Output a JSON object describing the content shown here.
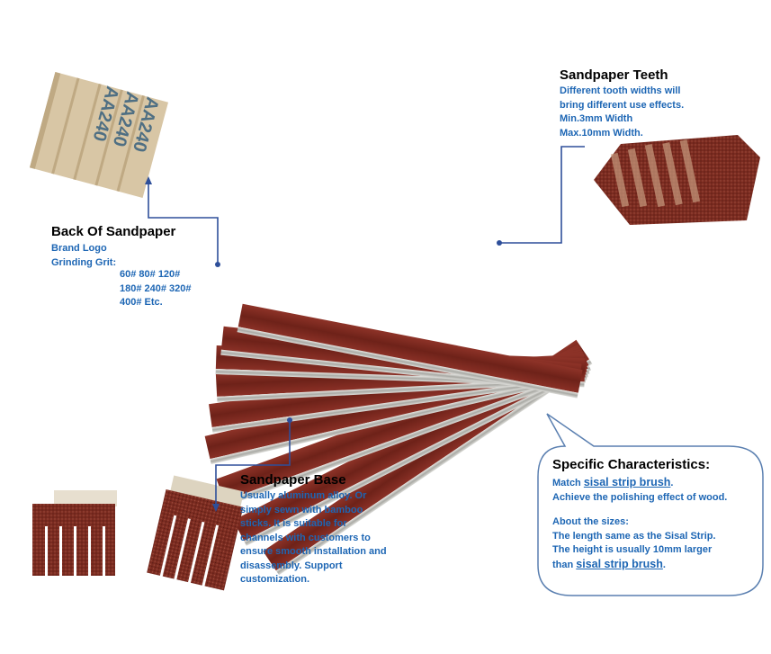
{
  "back": {
    "title": "Back Of Sandpaper",
    "lines": [
      "Brand Logo",
      "Grinding Grit:"
    ],
    "grit_lines": [
      "60# 80# 120#",
      "180# 240# 320#",
      "400# Etc."
    ],
    "sample_print": [
      "AA240",
      "AA240",
      "AA240"
    ]
  },
  "teeth": {
    "title": "Sandpaper Teeth",
    "lines": [
      "Different tooth widths will",
      "bring different use effects.",
      "Min.3mm Width",
      "Max.10mm Width."
    ]
  },
  "base": {
    "title": "Sandpaper Base",
    "lines": [
      "Usually aluminum alloy. Or",
      "simply sewn with bamboo",
      "sticks. It is suitable for",
      "channels with customers to",
      "ensure smooth installation and",
      "disassembly. Support",
      "customization."
    ]
  },
  "characteristics": {
    "title": "Specific Characteristics:",
    "match_prefix": "Match ",
    "link_text": "sisal strip brush",
    "match_suffix": ".",
    "line2": "Achieve the polishing effect of wood.",
    "sizes_title": "About the sizes:",
    "line3": "The length same as the Sisal Strip.",
    "line4": "The height is usually 10mm larger",
    "line5_prefix": "than ",
    "link_text_2": "sisal strip brush",
    "line5_suffix": "."
  },
  "colors": {
    "accent_blue": "#1d66b4",
    "pointer_line": "#2e4f9a",
    "sandpaper": "#7a2a22",
    "aluminum": "#c9c9c4",
    "bubble_border": "#5a7fb0"
  }
}
